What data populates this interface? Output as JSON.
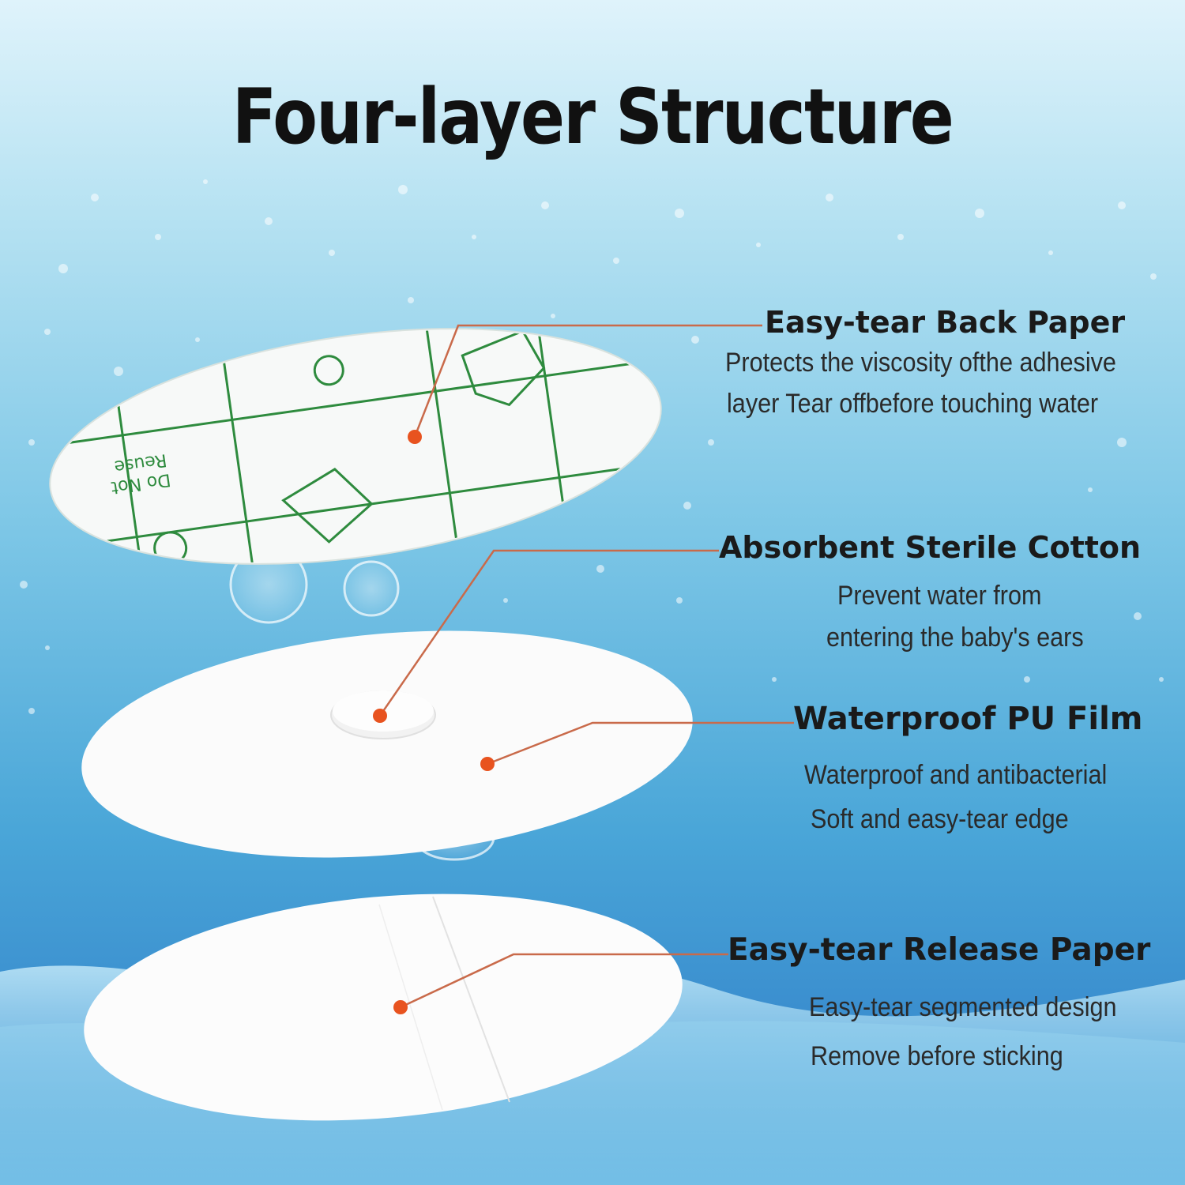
{
  "title": "Four-layer Structure",
  "layers": [
    {
      "heading": "Easy-tear Back Paper",
      "lines": [
        "Protects the viscosity ofthe adhesive",
        "layer Tear offbefore touching water"
      ]
    },
    {
      "heading": "Absorbent Sterile Cotton",
      "lines": [
        "Prevent water from",
        "entering the baby's ears"
      ]
    },
    {
      "heading": "Waterproof  PU Film",
      "lines": [
        "Waterproof and antibacterial",
        "Soft and easy-tear edge"
      ]
    },
    {
      "heading": "Easy-tear Release Paper",
      "lines": [
        "Easy-tear segmented design",
        "Remove before sticking"
      ]
    }
  ],
  "back_paper_print": [
    "Do Not",
    "Reuse"
  ],
  "colors": {
    "dot": "#e8531f",
    "leader_line": "#c96a4a",
    "grid_print": "#2e8b3e"
  }
}
